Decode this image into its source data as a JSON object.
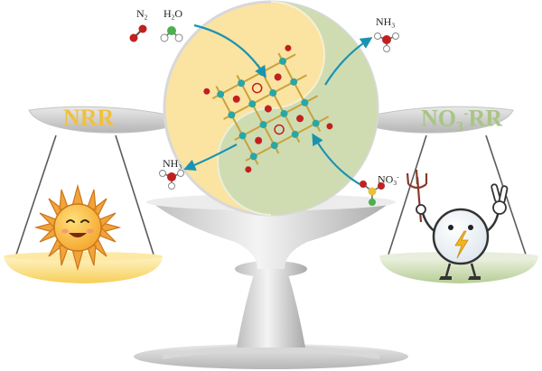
{
  "labels": {
    "left_pan": {
      "main": "NRR",
      "color": "#f2c94c"
    },
    "right_pan": {
      "main": "NO",
      "sub": "3",
      "sup": "-",
      "rest": "RR",
      "color": "#b7cf98"
    },
    "n2": {
      "main": "N",
      "sub": "2"
    },
    "h2o": {
      "main": "H",
      "sub": "2",
      "rest": "O"
    },
    "nh3_top": {
      "main": "NH",
      "sub": "3"
    },
    "nh3_left": {
      "main": "NH",
      "sub": "3"
    },
    "no3": {
      "main": "NO",
      "sub": "3",
      "sup": "-"
    }
  },
  "colors": {
    "yellow_half": "#fbe3a2",
    "green_half": "#cfdcb2",
    "arrow": "#1b93b0",
    "scale_metal": "#cfcfcf",
    "nitrogen_atom": "#c0211f",
    "hydrogen_atom": "#ffffff",
    "oxygen_atom": "#4caf50",
    "framework_node": "#2aa6a6"
  },
  "icons": {
    "left_character": "smiling-sun-icon",
    "right_character": "electric-plug-mascot-icon",
    "trident": "trident-icon"
  }
}
